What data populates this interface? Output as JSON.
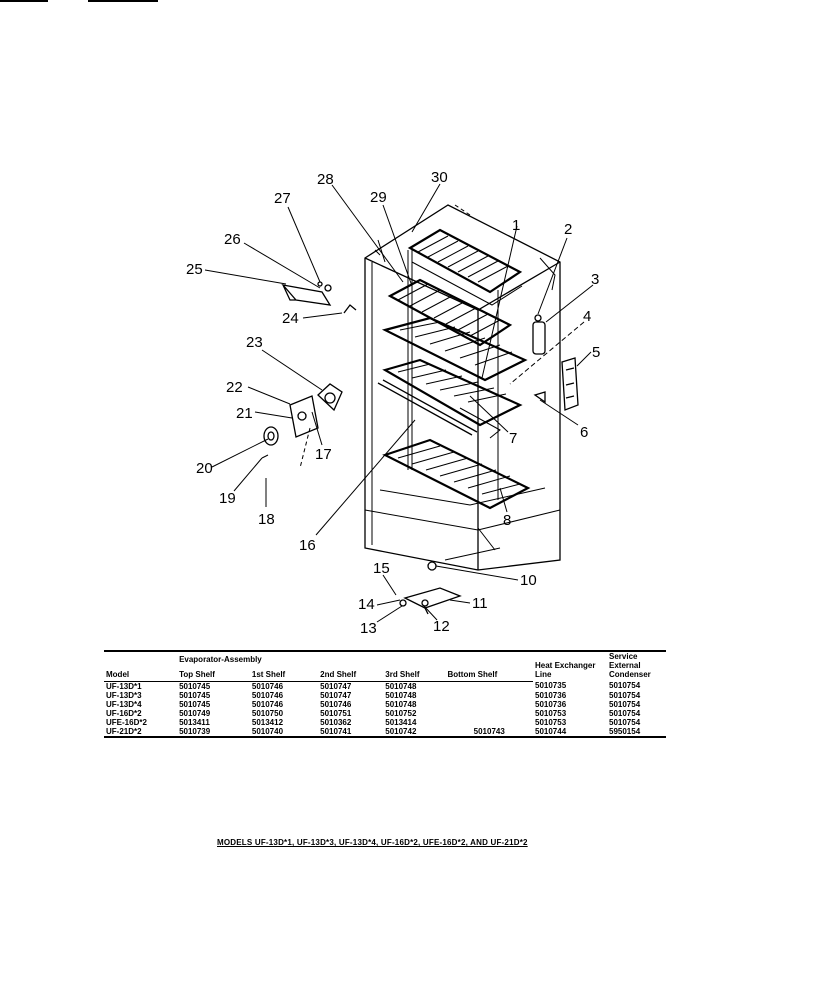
{
  "header": {
    "top_text": ""
  },
  "callouts": [
    "1",
    "2",
    "3",
    "4",
    "5",
    "6",
    "7",
    "8",
    "10",
    "11",
    "12",
    "13",
    "14",
    "15",
    "16",
    "17",
    "18",
    "19",
    "20",
    "21",
    "22",
    "23",
    "24",
    "25",
    "26",
    "27",
    "28",
    "29",
    "30"
  ],
  "table": {
    "group_header": "Evaporator-Assembly",
    "columns": [
      "Model",
      "Top Shelf",
      "1st Shelf",
      "2nd Shelf",
      "3rd Shelf",
      "Bottom Shelf",
      "Heat Exchanger Line",
      "Service External Condenser"
    ],
    "rows": [
      [
        "UF-13D*1",
        "5010745",
        "5010746",
        "5010747",
        "5010748",
        "",
        "5010735",
        "5010754"
      ],
      [
        "UF-13D*3",
        "5010745",
        "5010746",
        "5010747",
        "5010748",
        "",
        "5010736",
        "5010754"
      ],
      [
        "UF-13D*4",
        "5010745",
        "5010746",
        "5010746",
        "5010748",
        "",
        "5010736",
        "5010754"
      ],
      [
        "UF-16D*2",
        "5010749",
        "5010750",
        "5010751",
        "5010752",
        "",
        "5010753",
        "5010754"
      ],
      [
        "UFE-16D*2",
        "5013411",
        "5013412",
        "5010362",
        "5013414",
        "",
        "5010753",
        "5010754"
      ],
      [
        "UF-21D*2",
        "5010739",
        "5010740",
        "5010741",
        "5010742",
        "5010743",
        "5010744",
        "5950154"
      ]
    ]
  },
  "footer": {
    "text": "MODELS UF-13D*1, UF-13D*3, UF-13D*4, UF-16D*2, UFE-16D*2, AND UF-21D*2"
  }
}
